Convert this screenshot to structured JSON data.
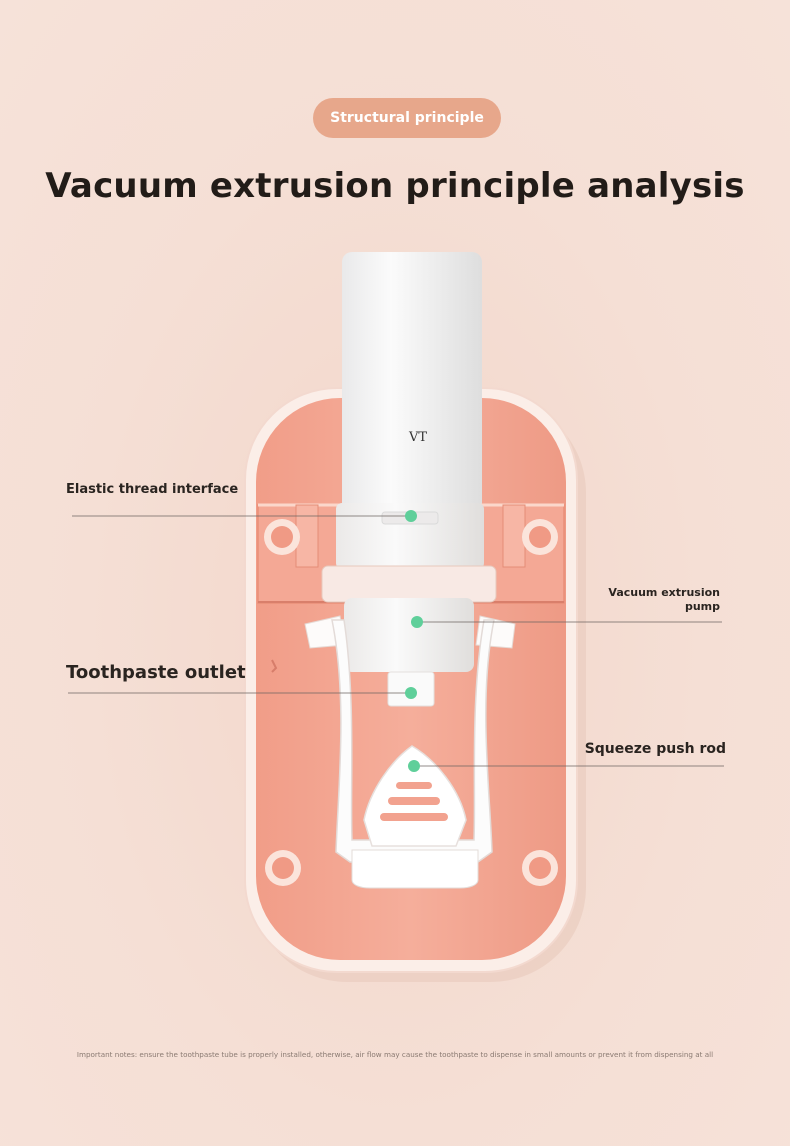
{
  "badge": {
    "label": "Structural principle"
  },
  "title": "Vacuum extrusion principle analysis",
  "tube_brand": "VT",
  "callouts": {
    "elastic_thread": "Elastic thread interface",
    "vacuum_pump": "Vacuum extrusion pump",
    "toothpaste_outlet": "Toothpaste outlet",
    "squeeze_rod": "Squeeze push rod"
  },
  "note": "Important notes: ensure the toothpaste tube is properly installed, otherwise, air flow may cause the toothpaste to dispense in small amounts or prevent it from dispensing at all",
  "colors": {
    "background": "#f5dfd5",
    "badge": "#e7a78b",
    "housing": "#f3a894",
    "housing_rim": "#fbeee8",
    "marker": "#5fcf9a"
  }
}
